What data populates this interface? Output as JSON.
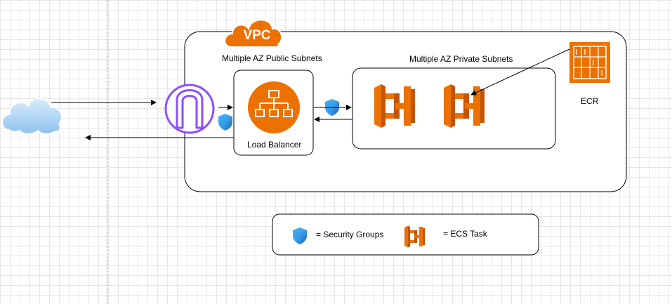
{
  "diagram": {
    "vpc_badge": "VPC",
    "public_subnets_label": "Multiple AZ Public Subnets",
    "private_subnets_label": "Multiple AZ Private Subnets",
    "load_balancer_label": "Load Balancer",
    "ecr_label": "ECR"
  },
  "legend": {
    "security_groups_label": "= Security Groups",
    "ecs_task_label": "= ECS Task"
  },
  "colors": {
    "aws_orange": "#ED7100",
    "aws_orange_dark": "#C45500",
    "gateway_purple": "#8C4FFF",
    "cloud_blue": "#A9D1F5",
    "shield_blue": "#1E88E5",
    "shield_cyan": "#4FC3F7"
  }
}
